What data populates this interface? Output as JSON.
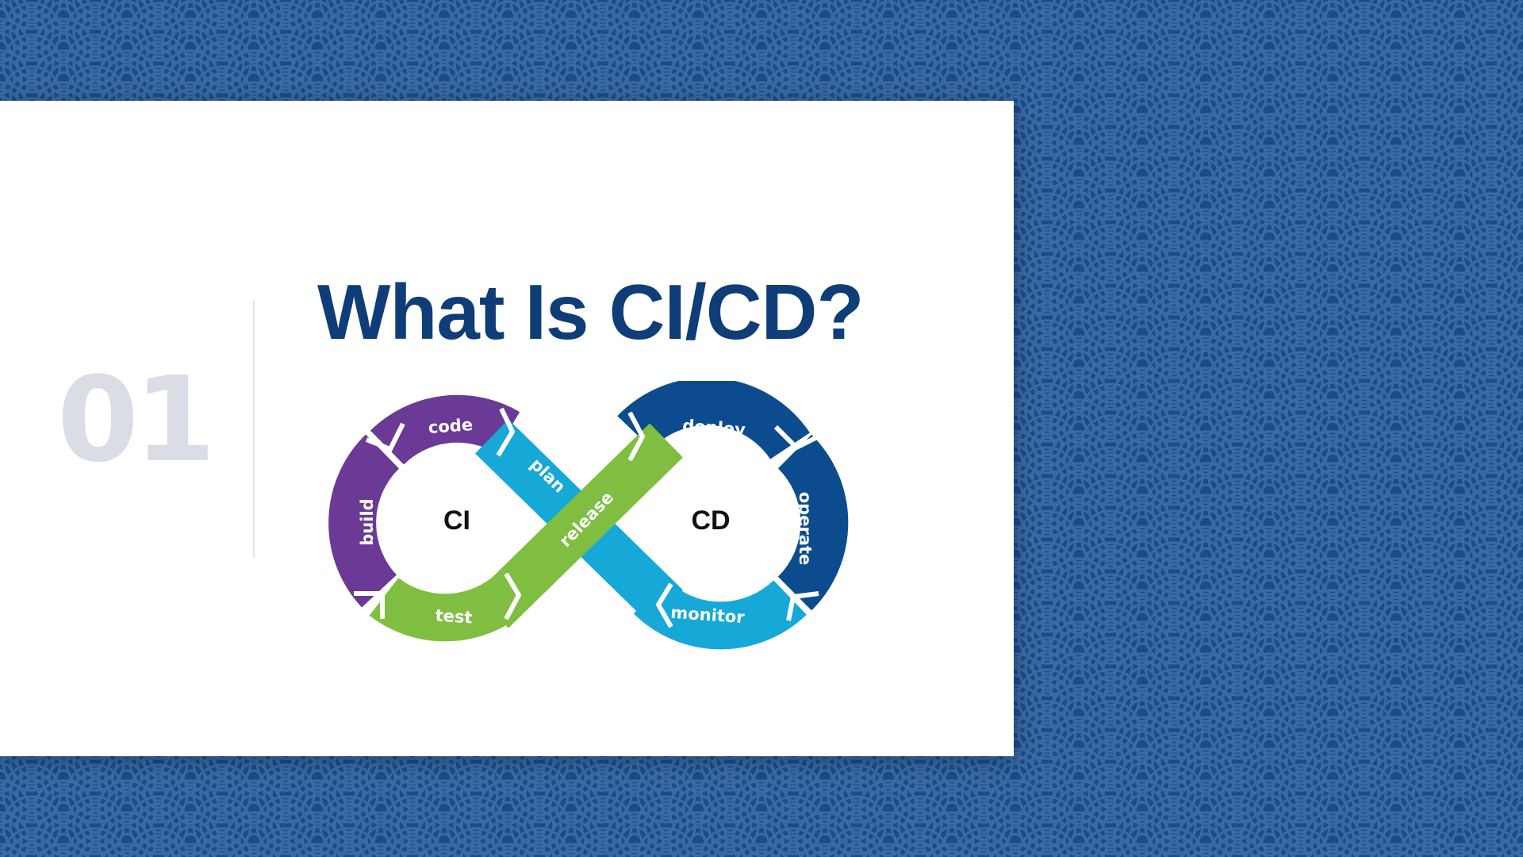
{
  "slide": {
    "number": "01",
    "title": "What Is CI/CD?"
  },
  "diagram": {
    "ci_label": "CI",
    "cd_label": "CD",
    "stages": {
      "code": "code",
      "build": "build",
      "test": "test",
      "plan": "plan",
      "release": "release",
      "deploy": "deploy",
      "operate": "operate",
      "monitor": "monitor"
    }
  },
  "colors": {
    "background": "#1b4c88",
    "pattern_line": "#3a6aa4",
    "card": "#ffffff",
    "title": "#0e3d78",
    "number": "#dadde6",
    "purple": "#6a3a96",
    "green": "#7fbe41",
    "light_blue": "#16a8d6",
    "dark_blue": "#0c4c8e",
    "center_text": "#111111"
  }
}
